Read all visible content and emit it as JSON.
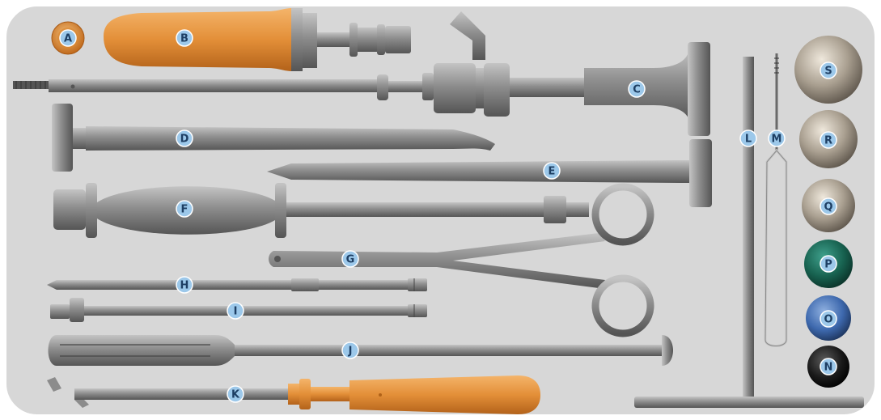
{
  "colors": {
    "tray": "#d9d9d9",
    "tray_edge": "#ffffff",
    "steel": "#8c8c8c",
    "steel_dark": "#5d5d5d",
    "steel_light": "#b2b2b2",
    "orange": "#e39440",
    "orange_dark": "#c46f1c",
    "label_fill": "#9cc8ea",
    "label_stroke": "#ffffff",
    "label_text": "#1d3e63",
    "sphere_s": "#b3aa9c",
    "sphere_r": "#b3aa9c",
    "sphere_q": "#b3aa9c",
    "sphere_p": "#1c6c5c",
    "sphere_o": "#3f6bae",
    "sphere_n": "#1a1a1a"
  },
  "labels": {
    "a": "A",
    "b": "B",
    "c": "C",
    "d": "D",
    "e": "E",
    "f": "F",
    "g": "G",
    "h": "H",
    "i": "I",
    "j": "J",
    "k": "K",
    "l": "L",
    "m": "M",
    "n": "N",
    "o": "O",
    "p": "P",
    "q": "Q",
    "r": "R",
    "s": "S"
  }
}
